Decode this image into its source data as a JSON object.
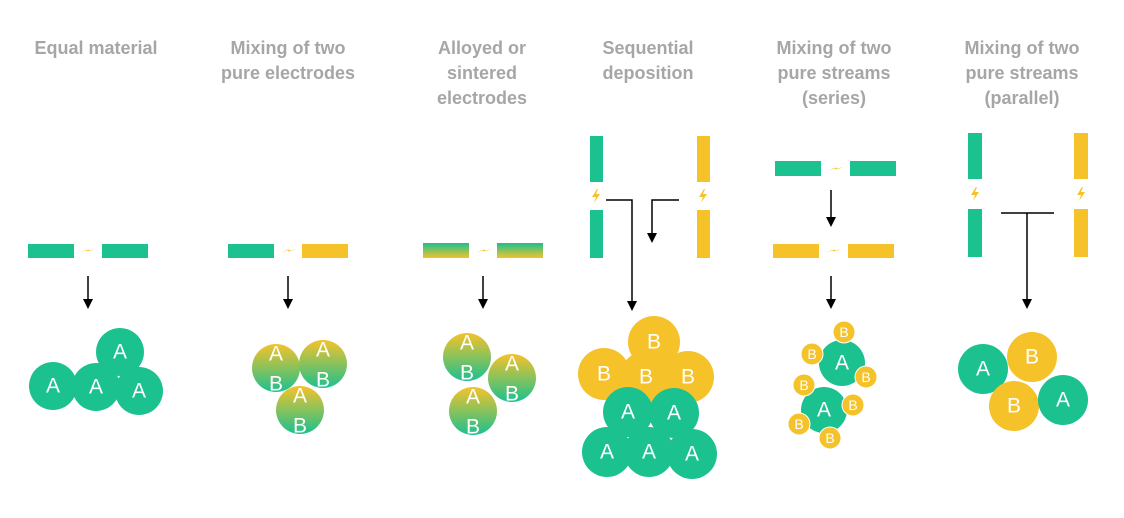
{
  "colors": {
    "green": "#1BC18F",
    "yellow": "#F5C22A",
    "title_gray": "#A6A6A6",
    "arrow": "#000000"
  },
  "panels": [
    {
      "title": "Equal material"
    },
    {
      "title": "Mixing of two\npure electrodes"
    },
    {
      "title": "Alloyed or\nsintered\nelectrodes"
    },
    {
      "title": "Sequential\ndeposition"
    },
    {
      "title": "Mixing of two\npure streams\n(series)"
    },
    {
      "title": "Mixing of two\npure streams\n(parallel)"
    }
  ],
  "particle_labels": {
    "a": "A",
    "b": "B"
  }
}
